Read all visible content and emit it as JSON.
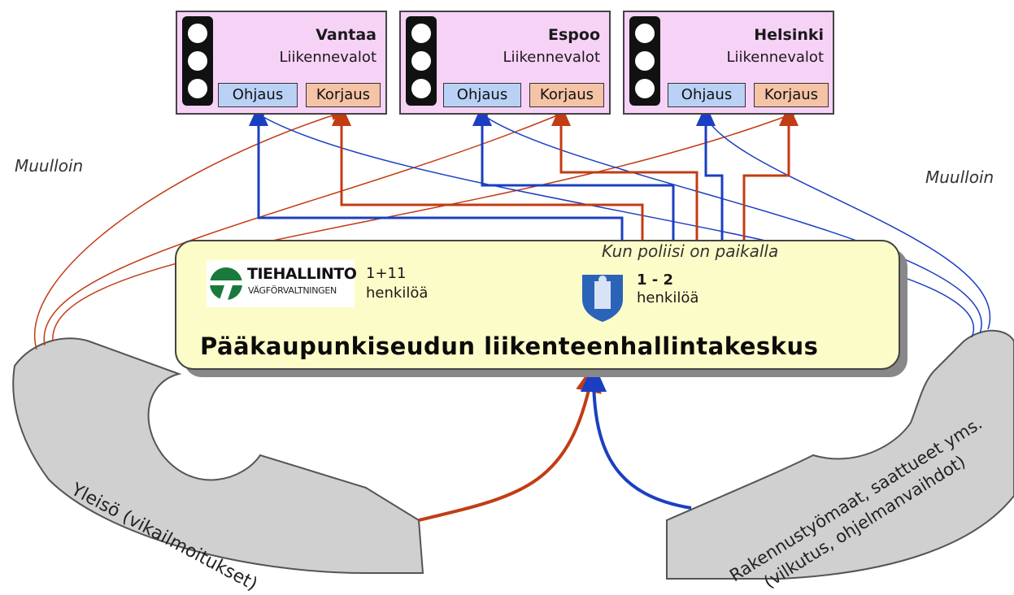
{
  "cities": [
    {
      "name": "Vantaa",
      "subtitle": "Liikennevalot",
      "control": "Ohjaus",
      "repair": "Korjaus"
    },
    {
      "name": "Espoo",
      "subtitle": "Liikennevalot",
      "control": "Ohjaus",
      "repair": "Korjaus"
    },
    {
      "name": "Helsinki",
      "subtitle": "Liikennevalot",
      "control": "Ohjaus",
      "repair": "Korjaus"
    }
  ],
  "side_labels": {
    "left": "Muulloin",
    "right": "Muulloin"
  },
  "center": {
    "police_note": "Kun poliisi on paikalla",
    "tiehallinto_logo": "TIEHALLINTO",
    "tiehallinto_logo_sub": "VÄGFÖRVALTNINGEN",
    "tiehallinto_count": "1+11",
    "tiehallinto_unit": "henkilöä",
    "police_count": "1 - 2",
    "police_unit": "henkilöä",
    "title": "Pääkaupunkiseudun liikenteenhallintakeskus"
  },
  "sources": {
    "public": "Yleisö (vikailmoitukset)",
    "construction_line1": "Rakennustyömaat, saattueet yms.",
    "construction_line2": "(vilkutus, ohjelmanvaihdot)"
  },
  "colors": {
    "box_fill": "#f7d2f7",
    "center_fill": "#fcfcc8",
    "control_line": "#1b3fc2",
    "repair_line": "#c23c14",
    "source_fill": "#d0d0d0"
  }
}
